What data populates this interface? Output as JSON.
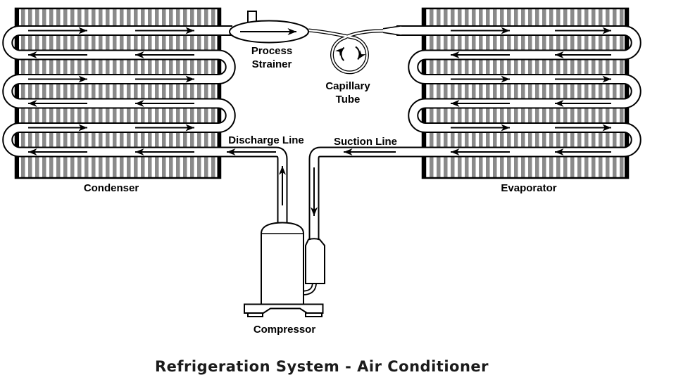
{
  "title": {
    "text": "Refrigeration System - Air Conditioner"
  },
  "labels": {
    "condenser": "Condenser",
    "evaporator": "Evaporator",
    "process_strainer_line1": "Process",
    "process_strainer_line2": "Strainer",
    "capillary_tube_line1": "Capillary",
    "capillary_tube_line2": "Tube",
    "discharge_line": "Discharge Line",
    "suction_line": "Suction Line",
    "compressor": "Compressor"
  },
  "colors": {
    "outline": "#000000",
    "fin_stripe": "#8a8a8a",
    "background": "#ffffff",
    "title_text": "#1b1b1b"
  },
  "diagram": {
    "type": "refrigeration-cycle",
    "coil_rows_per_heat_exchanger": 6,
    "arrows_per_row": 2,
    "condenser_row_flow": [
      "right",
      "left",
      "right",
      "left",
      "right",
      "left"
    ],
    "evaporator_row_flow": [
      "right",
      "left",
      "right",
      "left",
      "right",
      "left"
    ],
    "capillary_loop_flow": "clockwise"
  }
}
